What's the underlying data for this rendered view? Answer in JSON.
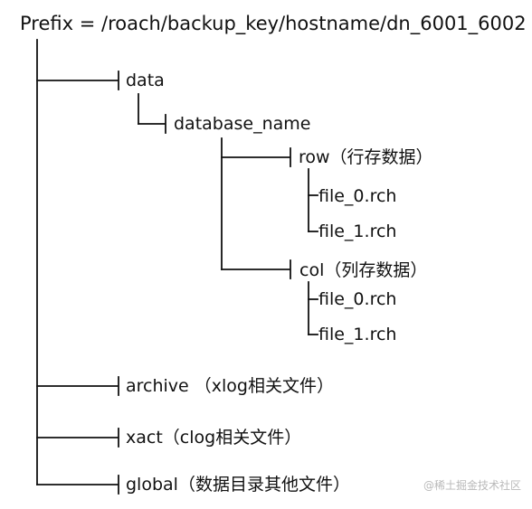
{
  "tree": {
    "root": "Prefix = /roach/backup_key/hostname/dn_6001_6002",
    "data": "data",
    "database_name": "database_name",
    "row": "row（行存数据）",
    "row_file_0": "file_0.rch",
    "row_file_1": "file_1.rch",
    "col": "col（列存数据）",
    "col_file_0": "file_0.rch",
    "col_file_1": "file_1.rch",
    "archive": "archive （xlog相关文件）",
    "xact": "xact（clog相关文件）",
    "global": "global（数据目录其他文件）"
  },
  "watermark": "@稀土掘金技术社区"
}
